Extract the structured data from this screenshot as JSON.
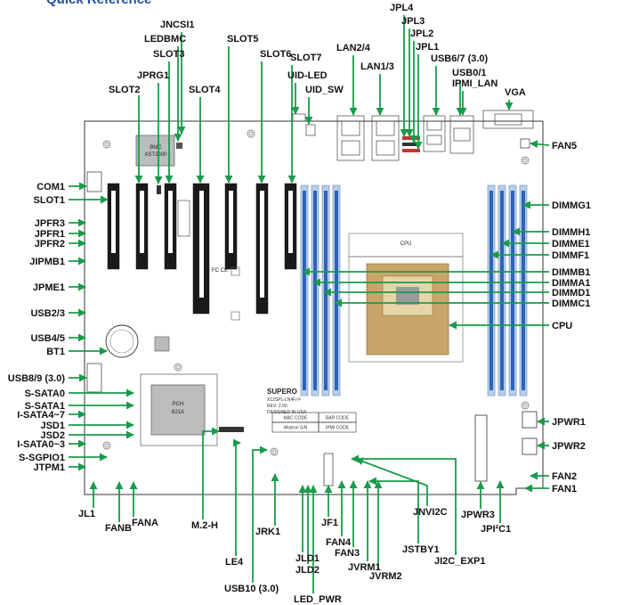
{
  "title": "Quick Reference",
  "board": {
    "logo": "SUPERO",
    "model": "X12SPL-LN4F/-F",
    "rev": "REV: 2.00",
    "designed": "DESIGNED IN USA",
    "bmc_chip": [
      "BMC",
      "AST2600"
    ],
    "pch_chip": [
      "PCH",
      "621A"
    ],
    "cpu_label": "CPU",
    "info_boxes": [
      "MAC CODE",
      "BAR CODE",
      "Wistron S/N",
      "IPMI CODE"
    ],
    "cert_marks": "FC CE"
  },
  "labels": {
    "jncsi1": "JNCSI1",
    "ledbmc": "LEDBMC",
    "slot3": "SLOT3",
    "slot5": "SLOT5",
    "slot6": "SLOT6",
    "slot7": "SLOT7",
    "jprg1": "JPRG1",
    "slot2": "SLOT2",
    "slot4": "SLOT4",
    "uid_led": "UID-LED",
    "uid_sw": "UID_SW",
    "lan24": "LAN2/4",
    "lan13": "LAN1/3",
    "jpl4": "JPL4",
    "jpl3": "JPL3",
    "jpl2": "JPL2",
    "jpl1": "JPL1",
    "usb67": "USB6/7 (3.0)",
    "usb01": "USB0/1",
    "ipmi_lan": "IPMI_LAN",
    "vga": "VGA",
    "fan5": "FAN5",
    "com1": "COM1",
    "slot1": "SLOT1",
    "jpfr3": "JPFR3",
    "jpfr1": "JPFR1",
    "jpfr2": "JPFR2",
    "jipmb1": "JIPMB1",
    "jpme1": "JPME1",
    "usb23": "USB2/3",
    "usb45": "USB4/5",
    "bt1": "BT1",
    "usb89": "USB8/9 (3.0)",
    "ssata0": "S-SATA0",
    "ssata1": "S-SATA1",
    "isata47": "I-SATA4~7",
    "jsd1": "JSD1",
    "jsd2": "JSD2",
    "isata03": "I-SATA0~3",
    "ssgpio1": "S-SGPIO1",
    "jtpm1": "JTPM1",
    "jl1": "JL1",
    "fanb": "FANB",
    "fana": "FANA",
    "m2h": "M.2-H",
    "le4": "LE4",
    "jrk1": "JRK1",
    "usb10": "USB10 (3.0)",
    "jld1": "JLD1",
    "jld2": "JLD2",
    "led_pwr": "LED_PWR",
    "jf1": "JF1",
    "fan4": "FAN4",
    "fan3": "FAN3",
    "jvrm1": "JVRM1",
    "jvrm2": "JVRM2",
    "jstby1": "JSTBY1",
    "jnvi2c": "JNVI2C",
    "ji2c_exp1": "JI2C_EXP1",
    "jpwr3": "JPWR3",
    "jpi2c1": "JPI²C1",
    "dimmg1": "DIMMG1",
    "dimmh1": "DIMMH1",
    "dimme1": "DIMME1",
    "dimmf1": "DIMMF1",
    "dimmb1": "DIMMB1",
    "dimma1": "DIMMA1",
    "dimmd1": "DIMMD1",
    "dimmc1": "DIMMC1",
    "cpu": "CPU",
    "jpwr1": "JPWR1",
    "jpwr2": "JPWR2",
    "fan2": "FAN2",
    "fan1": "FAN1"
  },
  "colors": {
    "leader": "#1a9b4b",
    "title": "#1f4fa0",
    "dimm_blue": "#2d63b8",
    "dimm_light": "#b8cde8",
    "board_outline": "#333333"
  }
}
